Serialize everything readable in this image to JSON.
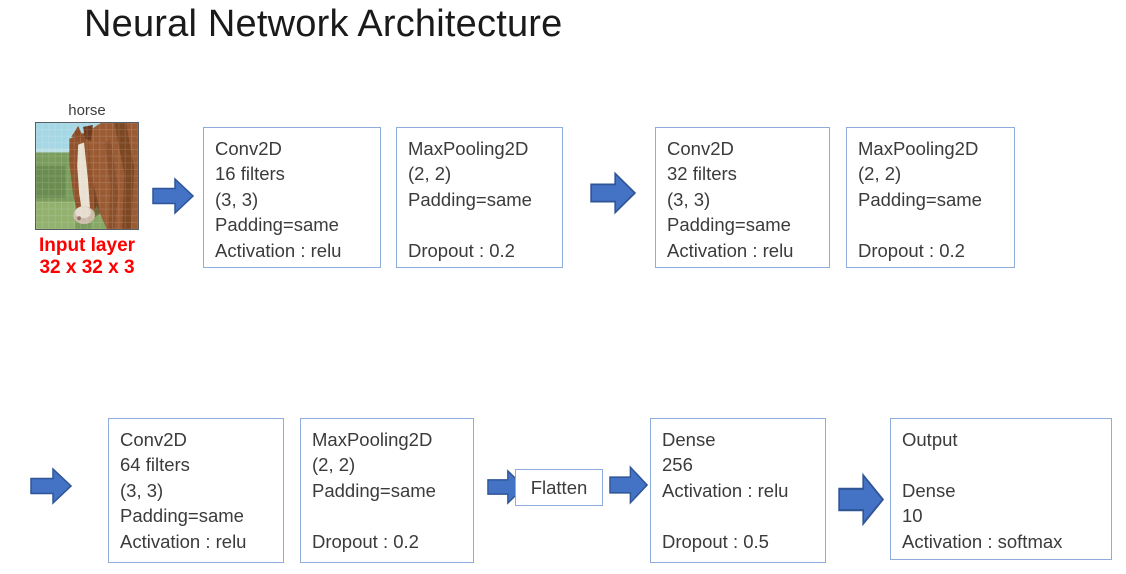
{
  "title": "Neural Network Architecture",
  "input": {
    "image_label": "horse",
    "caption": [
      "Input layer",
      "32 x 32 x 3"
    ]
  },
  "layers": {
    "conv1": {
      "lines": [
        "Conv2D",
        "16 filters",
        "(3, 3)",
        "Padding=same",
        "Activation : relu"
      ]
    },
    "pool1": {
      "lines": [
        "MaxPooling2D",
        "(2, 2)",
        "Padding=same",
        "",
        "Dropout : 0.2"
      ]
    },
    "conv2": {
      "lines": [
        "Conv2D",
        "32 filters",
        "(3, 3)",
        "Padding=same",
        "Activation : relu"
      ]
    },
    "pool2": {
      "lines": [
        "MaxPooling2D",
        "(2, 2)",
        "Padding=same",
        "",
        "Dropout : 0.2"
      ]
    },
    "conv3": {
      "lines": [
        "Conv2D",
        "64 filters",
        "(3, 3)",
        "Padding=same",
        "Activation : relu"
      ]
    },
    "pool3": {
      "lines": [
        "MaxPooling2D",
        "(2, 2)",
        "Padding=same",
        "",
        "Dropout : 0.2"
      ]
    },
    "flatten": {
      "label": "Flatten"
    },
    "dense": {
      "lines": [
        "Dense",
        "256",
        "Activation : relu",
        "",
        "Dropout : 0.5"
      ]
    },
    "output": {
      "lines": [
        "Output",
        "",
        "Dense",
        "10",
        "Activation : softmax"
      ]
    }
  },
  "colors": {
    "arrow_fill": "#4472C4",
    "arrow_stroke": "#2F5597",
    "box_border": "#8FADDC",
    "caption_red": "#FF0000",
    "box_text": "#3B3B3B",
    "title_text": "#1A1A1A",
    "image_label_text": "#3D3D3D"
  }
}
